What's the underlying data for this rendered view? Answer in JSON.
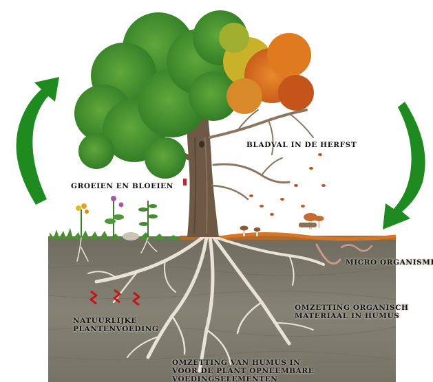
{
  "labels": {
    "growing": "GROEIEN EN BLOEIEN",
    "leaf_fall": "BLADVAL IN DE HERFST",
    "micro": "MICRO ORGANISMEN",
    "conversion_line1": "OMZETTING ORGANISCH",
    "conversion_line2": "MATERIAAL IN HUMUS",
    "nutrition_line1": "NATUURLIJKE",
    "nutrition_line2": "PLANTENVOEDING",
    "humus_line1": "OMZETTING VAN HUMUS IN",
    "humus_line2": "VOOR DE PLANT OPNEEMBARE",
    "humus_line3": "VOEDINGSELEMENTEN"
  },
  "colors": {
    "arrow": "#1f8a1f",
    "soil": "#7d7a6d",
    "foliage_green": "#3f8f2e",
    "foliage_autumn": "#d9721c",
    "trunk": "#6e5a44",
    "roots": "#e8e3d6"
  },
  "icons": {
    "left_arrow": "arrow-up-curved-icon",
    "right_arrow": "arrow-down-curved-icon"
  }
}
